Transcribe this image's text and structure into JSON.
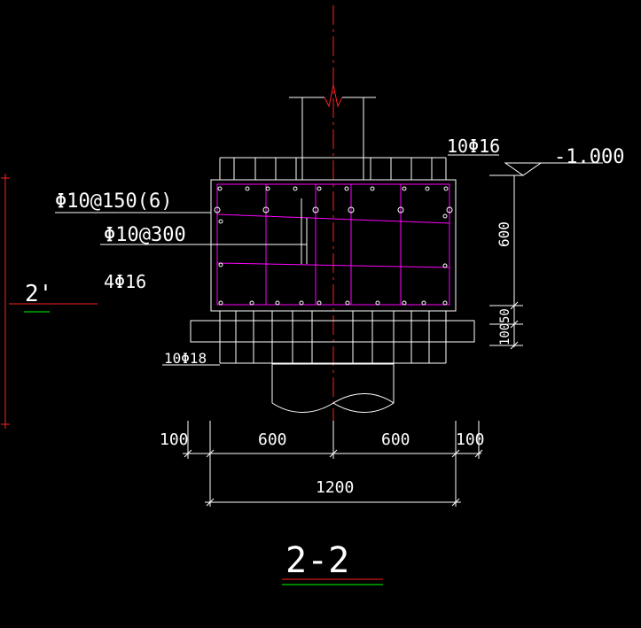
{
  "labels": {
    "top_rebar": "10Φ16",
    "elevation": "-1.000",
    "stirrup": "Φ10@150(6)",
    "tie": "Φ10@300",
    "side_rebar": "4Φ16",
    "bottom_rebar": "10Φ18",
    "section_ref": "2'",
    "section_title": "2-2"
  },
  "dimensions": {
    "height_600": "600",
    "height_50": "50",
    "height_100": "100",
    "left_100": "100",
    "left_600": "600",
    "right_600": "600",
    "right_100": "100",
    "total_1200": "1200"
  },
  "colors": {
    "background": "#000000",
    "lines": "#ffffff",
    "rebar": "#ff00ff",
    "centerline": "#ff2020",
    "underline_green": "#00ff00"
  }
}
